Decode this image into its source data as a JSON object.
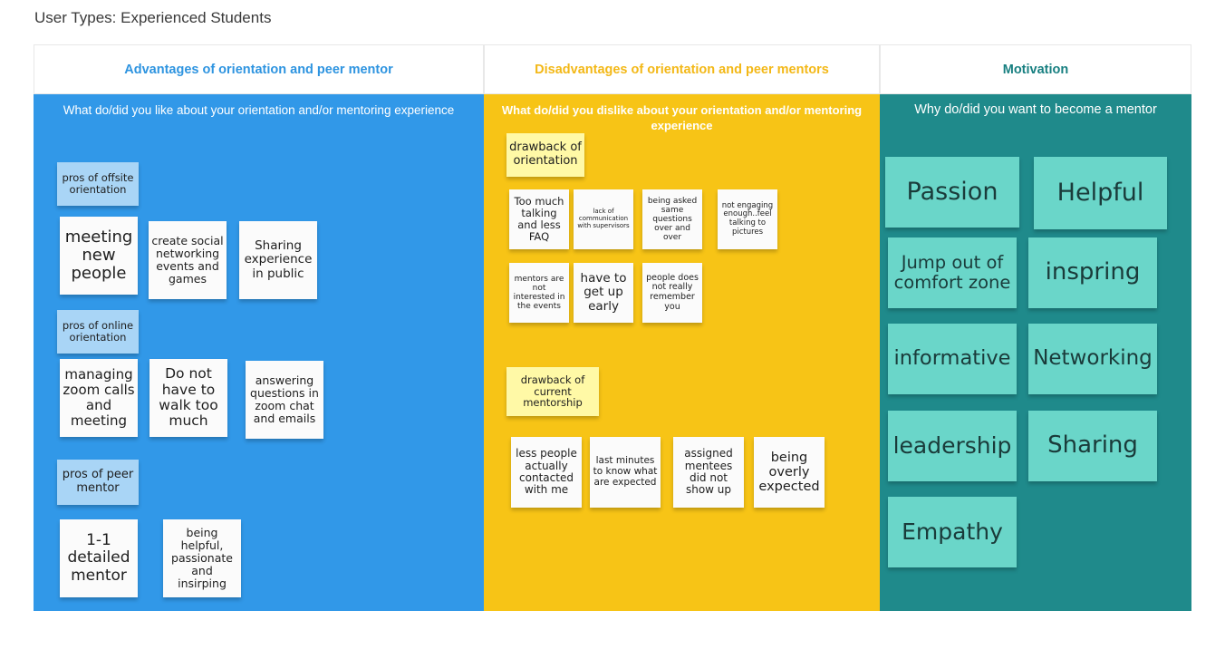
{
  "page_title": "User Types: Experienced Students",
  "columns": {
    "advantages": {
      "title": "Advantages of orientation and peer mentor",
      "subtitle": "What do/did you like about your orientation and/or mentoring experience",
      "groups": [
        {
          "label": "pros of offsite orientation",
          "notes": [
            "meeting new people",
            "create social networking events and games",
            "Sharing experience in public"
          ]
        },
        {
          "label": "pros of online orientation",
          "notes": [
            "managing zoom calls and meeting",
            "Do not have to walk too much",
            "answering questions in zoom chat and emails"
          ]
        },
        {
          "label": "pros of peer mentor",
          "notes": [
            "1-1 detailed mentor",
            "being helpful, passionate and insirping"
          ]
        }
      ]
    },
    "disadvantages": {
      "title": "Disadvantages of orientation and peer mentors",
      "subtitle": "What do/did you dislike about your orientation and/or mentoring experience",
      "groups": [
        {
          "label": "drawback of orientation",
          "notes": [
            "Too much talking and less FAQ",
            "lack of communication with supervisors",
            "being asked same questions over and over",
            "not engaging enough..feel talking to pictures",
            "mentors are not interested in the events",
            "have to get up early",
            "people does not really remember you"
          ]
        },
        {
          "label": "drawback of current mentorship",
          "notes": [
            "less people actually contacted with me",
            "last minutes to know what are expected",
            "assigned mentees did not show up",
            "being overly expected"
          ]
        }
      ]
    },
    "motivation": {
      "title": "Motivation",
      "subtitle": "Why do/did you want to become a mentor",
      "notes": [
        "Passion",
        "Helpful",
        "Jump out of comfort zone",
        "inspring",
        "informative",
        "Networking",
        "leadership",
        "Sharing",
        "Empathy"
      ]
    }
  },
  "colors": {
    "advantages_bg": "#3198e8",
    "disadvantages_bg": "#f7c416",
    "motivation_bg": "#1f8a8b",
    "sticky_white": "#fbfbfb",
    "sticky_light_blue": "#a9d5f6",
    "sticky_light_yellow": "#fff9a6",
    "sticky_teal": "#6ad6c9"
  }
}
